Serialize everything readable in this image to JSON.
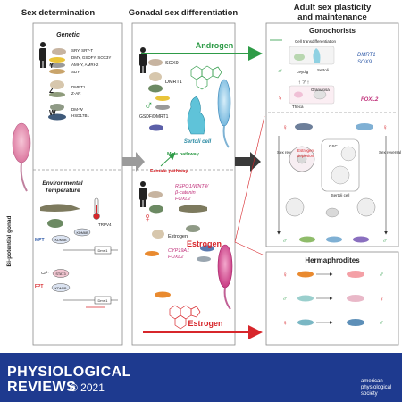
{
  "headers": {
    "sex_determination": "Sex determination",
    "gonadal_differentiation": "Gonadal sex differentiation",
    "adult_plasticity_line1": "Adult sex plasticity",
    "adult_plasticity_line2": "and maintenance"
  },
  "left_panel": {
    "genetic_title": "Genetic",
    "y_label": "Y",
    "z_label": "Z",
    "w_label": "W",
    "y_genes": [
      "SRY, SRY-T",
      "DMY, GSDFY, SOX3Y",
      "AMHY, AMRH2",
      "SDY"
    ],
    "z_genes": [
      "DMRT1",
      "Z-AR"
    ],
    "w_genes": [
      "DM-W",
      "HSD17B1"
    ],
    "env_title_line1": "Environmental",
    "env_title_line2": "Temperature",
    "trp_label": "TRPV4",
    "mpt_label": "MPT",
    "fpt_label": "FPT",
    "ca_label": "Ca²⁺",
    "kdm6b": "KDM6B",
    "stat3": "STAT3",
    "dmrt1": "Dmrt1",
    "bipotential": "Bi-potential gonad"
  },
  "middle_panel": {
    "androgen": "Androgen",
    "sox9": "SOX9",
    "dmrt1": "DMRT1",
    "gsdf_dmrt1": "GSDF/DMRT1",
    "sertoli_cell": "Sertoli cell",
    "male_pathway": "Male pathway",
    "female_pathway": "Female pathway",
    "estrogen": "Estrogen",
    "rspo1_line1": "RSPO1/WNT4/",
    "rspo1_line2": "β-catenin",
    "foxl2": "FOXL2",
    "estrogen_small": "Estrogen",
    "cyp19a1": "CYP19A1",
    "foxl2_b": "FOXL2",
    "estrogen_bottom": "Estrogen"
  },
  "right_panel": {
    "gonochorists": "Gonochorists",
    "transdiff": "Cell transdifferentiation",
    "leydig": "Leydig",
    "sertoli": "Sertoli",
    "dmrt1": "DMRT1",
    "sox9": "SOX9",
    "theca": "Theca",
    "granulosa": "Granulosa",
    "foxl2": "FOXL2",
    "gsc": "GSC",
    "sex_reversal_left": "Sex reversal",
    "sex_reversal_right": "Sex reversal",
    "estrogen_depletion_line1": "Estrogen",
    "estrogen_depletion_line2": "depletion",
    "sertoli_cell": "Sertoli cell",
    "hermaphrodites": "Hermaphrodites"
  },
  "footer": {
    "journal_line1": "PHYSIOLOGICAL",
    "journal_line2": "REVIEWS",
    "year": "© 2021",
    "society_line1": "american",
    "society_line2": "physiological",
    "society_line3": "society"
  },
  "colors": {
    "footer_bg": "#1e3a8f",
    "androgen_green": "#2e9b47",
    "estrogen_red": "#d7262b",
    "male_gene_blue": "#2f5aa8",
    "female_gene_pink": "#c0307a",
    "gonad_pink": "#e98fb0",
    "testis_blue": "#8fc7e6"
  }
}
